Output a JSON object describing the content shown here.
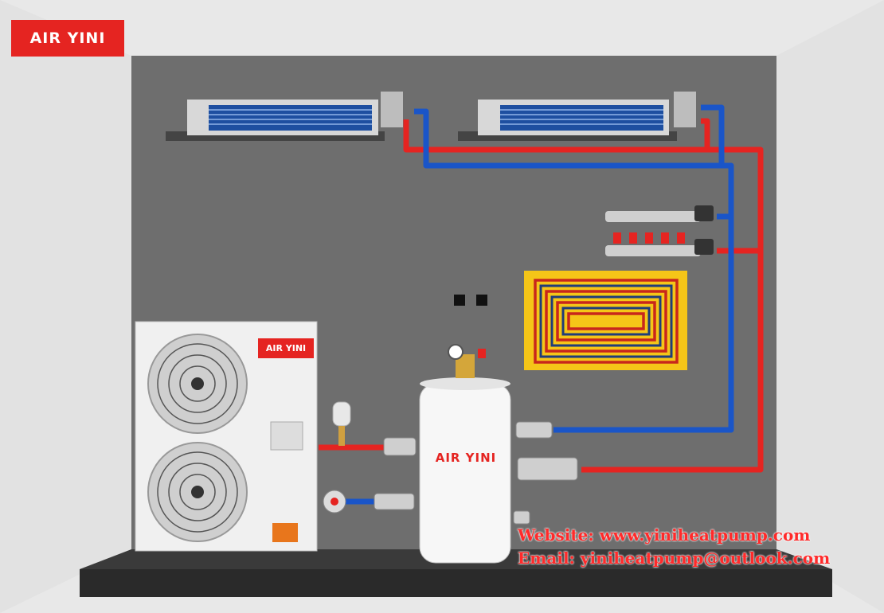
{
  "brand": {
    "name": "AIR YINI"
  },
  "heat_pump_unit": {
    "brand": "AIR YINI"
  },
  "water_tank": {
    "brand": "AIR YINI"
  },
  "contact": {
    "website": "Website: www.yiniheatpump.com",
    "email": "Email: yiniheatpump@outlook.com"
  },
  "colors": {
    "brand_red": "#e52421",
    "hot_pipe": "#e52421",
    "cold_pipe": "#1a55c8",
    "wall": "#6e6e6e"
  },
  "icons": [
    "fan-coil-unit",
    "manifold",
    "underfloor-heating-loop",
    "heat-pump-outdoor-unit",
    "water-tank",
    "circulation-pump",
    "expansion-tank",
    "valve",
    "pressure-gauge"
  ]
}
